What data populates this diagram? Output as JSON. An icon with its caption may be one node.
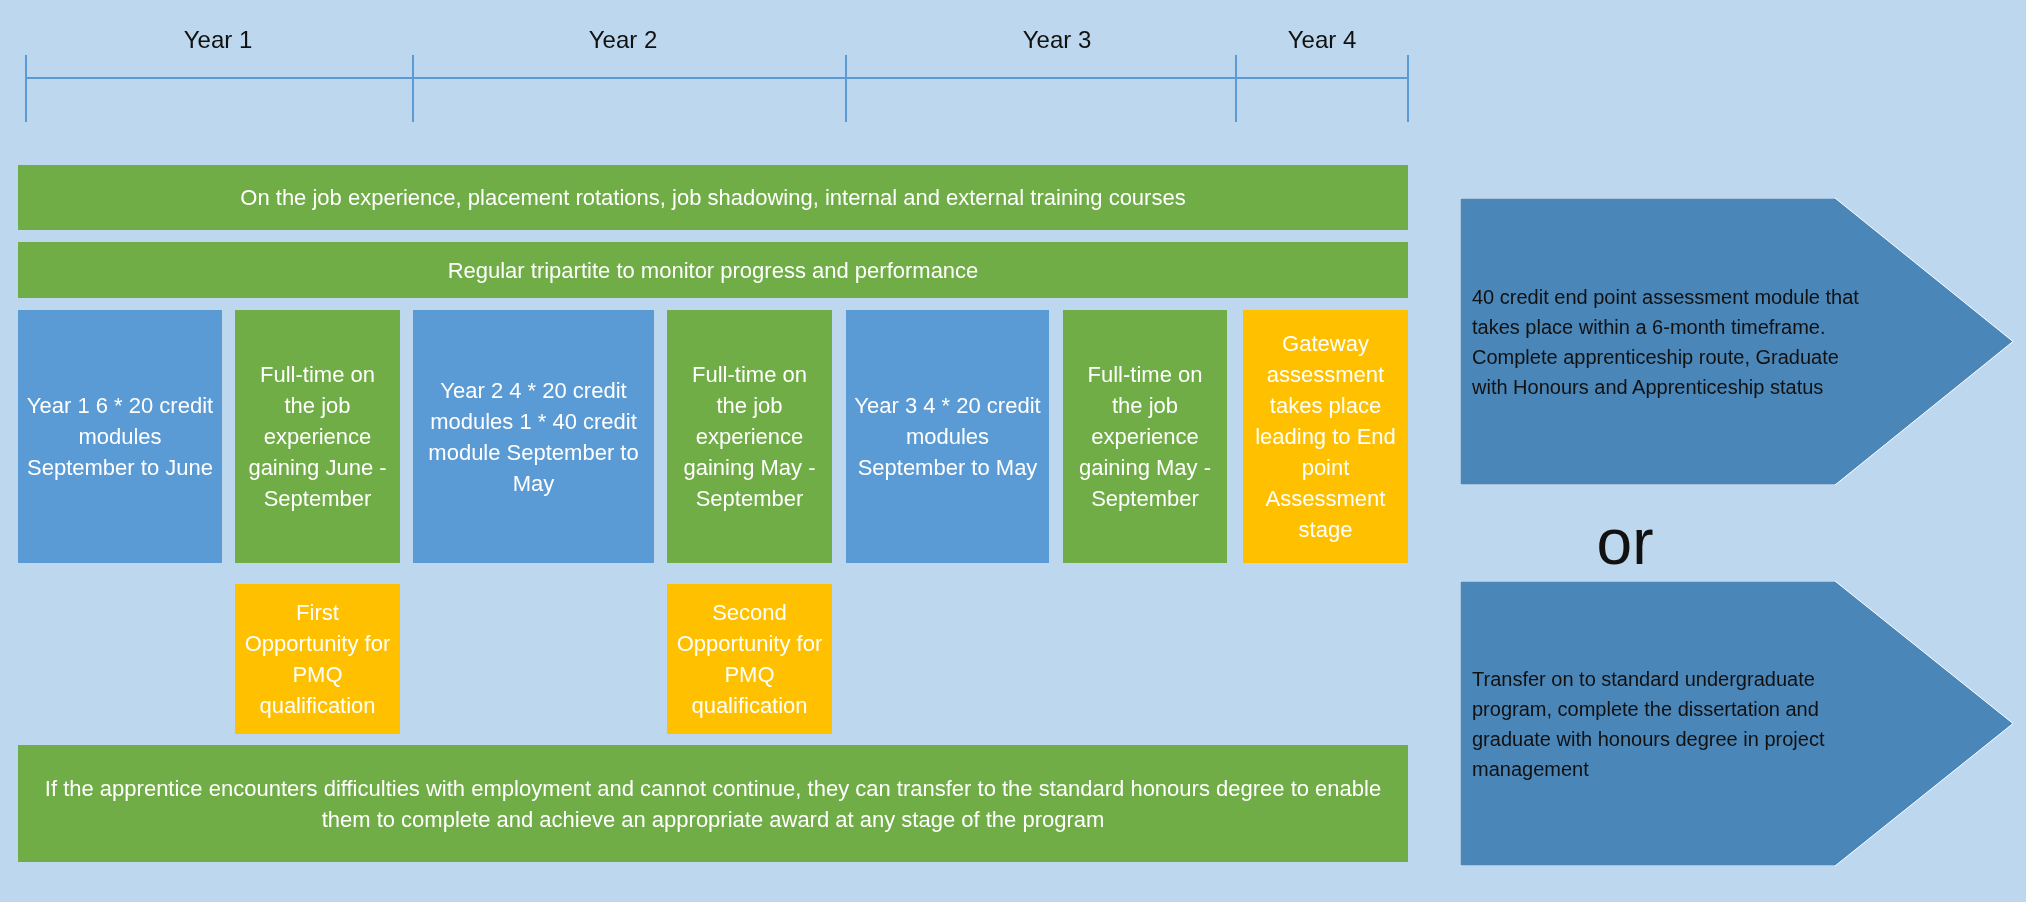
{
  "diagram": {
    "nodes": [
      {
        "text": [
          "On the job experience, placement rotations, job shadowing, internal and external training courses"
        ]
      },
      {
        "text": [
          "Regular tripartite to monitor progress and performance"
        ]
      },
      {
        "text": [
          "Year 1 6 * 20 credit modules September to June"
        ]
      },
      {
        "text": [
          "Full-time on the job experience gaining June - September"
        ]
      },
      {
        "text": [
          "Year 2 4 * 20 credit modules 1 * 40 credit module September to May"
        ]
      },
      {
        "text": [
          "Full-time on the job experience gaining May - September"
        ]
      },
      {
        "text": [
          "Year 3 4 * 20 credit modules September to May"
        ]
      },
      {
        "text": [
          "Full-time on the job experience gaining May - September"
        ]
      },
      {
        "text": [
          "Gateway assessment takes place leading to End point Assessment stage"
        ]
      },
      {
        "text": [
          "First Opportunity for PMQ qualification"
        ]
      },
      {
        "text": [
          "Second Opportunity for PMQ qualification"
        ]
      },
      {
        "text": [
          "If the apprentice encounters difficulties with employment and cannot continue, they can transfer to the standard honours degree to enable them to complete and achieve an appropriate award at any stage of the program"
        ]
      },
      {
        "text": [
          "40 credit end point assessment module that takes place within a 6-month timeframe. Complete apprenticeship route, Graduate with Honours and Apprenticeship status"
        ]
      },
      {
        "text": [
          "Transfer on to standard undergraduate program, complete the dissertation and graduate with honours degree in project management"
        ]
      }
    ],
    "labels": [
      "Year 1",
      "Year 2",
      "Year 3",
      "Year 4",
      "or"
    ]
  }
}
